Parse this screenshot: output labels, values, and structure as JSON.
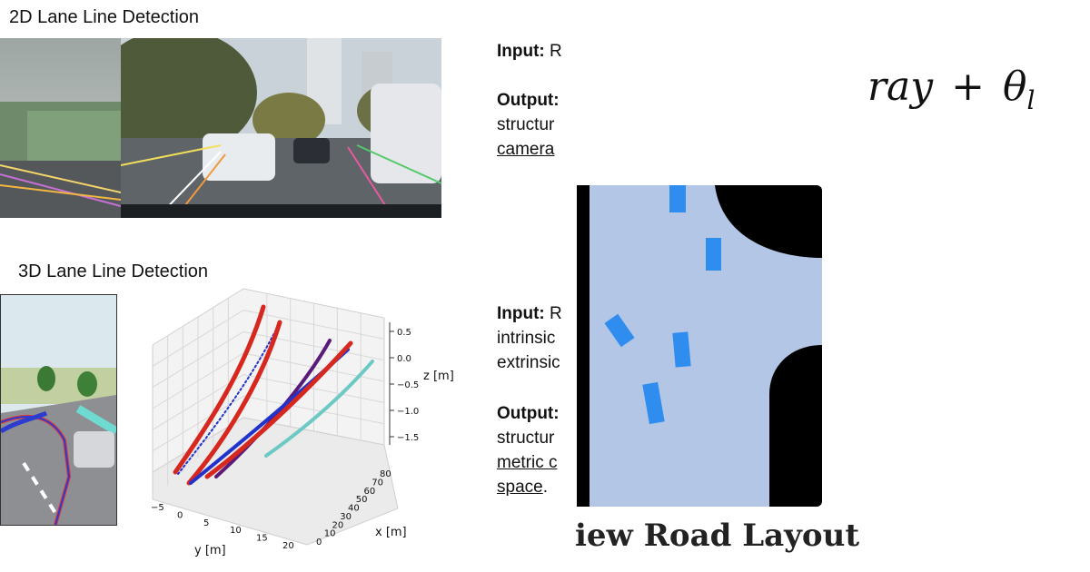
{
  "headings": {
    "lane2d": "2D Lane Line Detection",
    "lane3d": "3D Lane Line Detection"
  },
  "block1": {
    "input_label": "Input:",
    "input_text": "R",
    "output_label": "Output:",
    "line1": "structur",
    "line2": "camera"
  },
  "block2": {
    "input_label": "Input:",
    "input_text": "R",
    "line1": "intrinsic",
    "line2": "extrinsic",
    "output_label": "Output:",
    "line3": "structur",
    "line4": "metric c",
    "line5": "space",
    "line5_suffix": "."
  },
  "formula": {
    "ray": "ray",
    "plus": "+",
    "theta": "θ",
    "sub": "l"
  },
  "layout_caption": "iew Road Layout",
  "plot3d": {
    "z_axis": {
      "label": "z [m]",
      "ticks": [
        "0.5",
        "0.0",
        "−0.5",
        "−1.0",
        "−1.5"
      ]
    },
    "x_axis": {
      "label": "x [m]",
      "ticks": [
        "0",
        "10",
        "20",
        "30",
        "40",
        "50",
        "60",
        "70",
        "80"
      ]
    },
    "y_axis": {
      "label": "y [m]",
      "ticks": [
        "−5",
        "0",
        "5",
        "10",
        "15",
        "20"
      ]
    },
    "colors": {
      "red": "#d6281e",
      "blue": "#2233cc",
      "cyan": "#6cc9c4",
      "purple": "#5a1a7a"
    }
  },
  "bev": {
    "road_color": "#b3c6e6",
    "car_color": "#2f8df0",
    "offroad_color": "#000000"
  }
}
